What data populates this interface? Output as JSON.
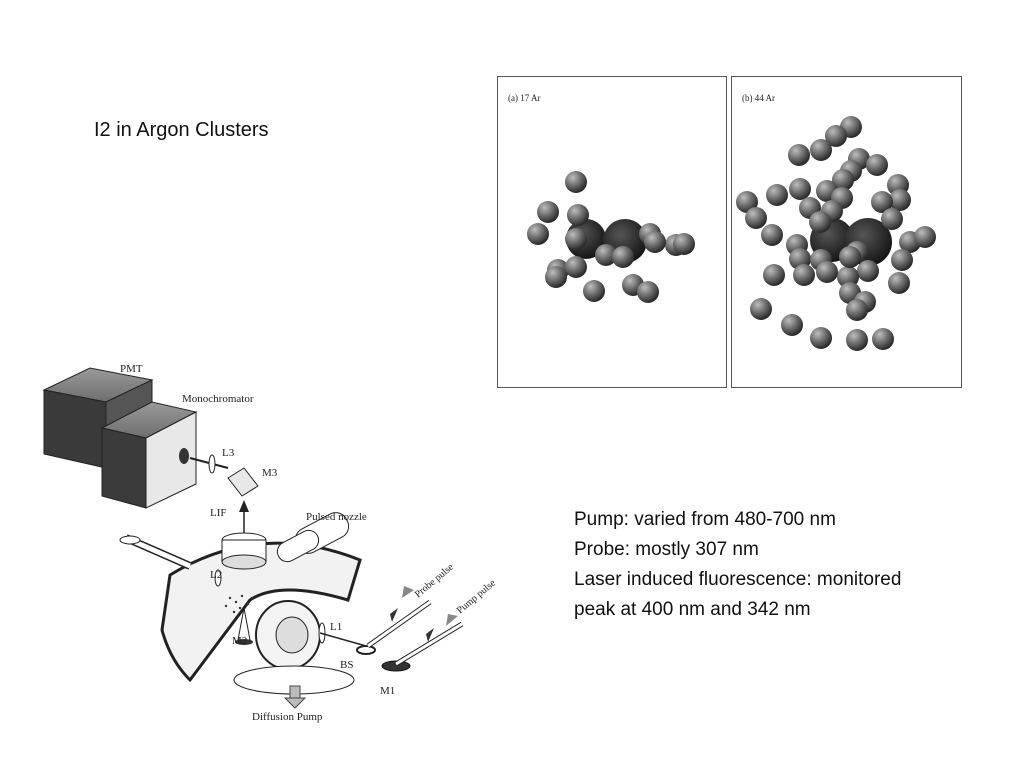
{
  "slide": {
    "title": "I2 in Argon Clusters",
    "notes": [
      "Pump: varied from 480-700 nm",
      "Probe: mostly 307 nm",
      "Laser induced fluorescence: monitored",
      "peak at 400 nm and 342 nm"
    ]
  },
  "cluster_figure": {
    "panels": [
      {
        "label": "(a) 17 Ar"
      },
      {
        "label": "(b) 44 Ar"
      }
    ]
  },
  "apparatus": {
    "labels": {
      "pmt": "PMT",
      "monochromator": "Monochromator",
      "l3": "L3",
      "m3": "M3",
      "lif": "LIF",
      "pulsed_nozzle": "Pulsed nozzle",
      "l2": "L2",
      "m2": "M2",
      "probe_pulse": "Probe pulse",
      "pump_pulse": "Pump pulse",
      "l1": "L1",
      "bs": "BS",
      "m1": "M1",
      "diffusion_pump": "Diffusion Pump"
    }
  }
}
